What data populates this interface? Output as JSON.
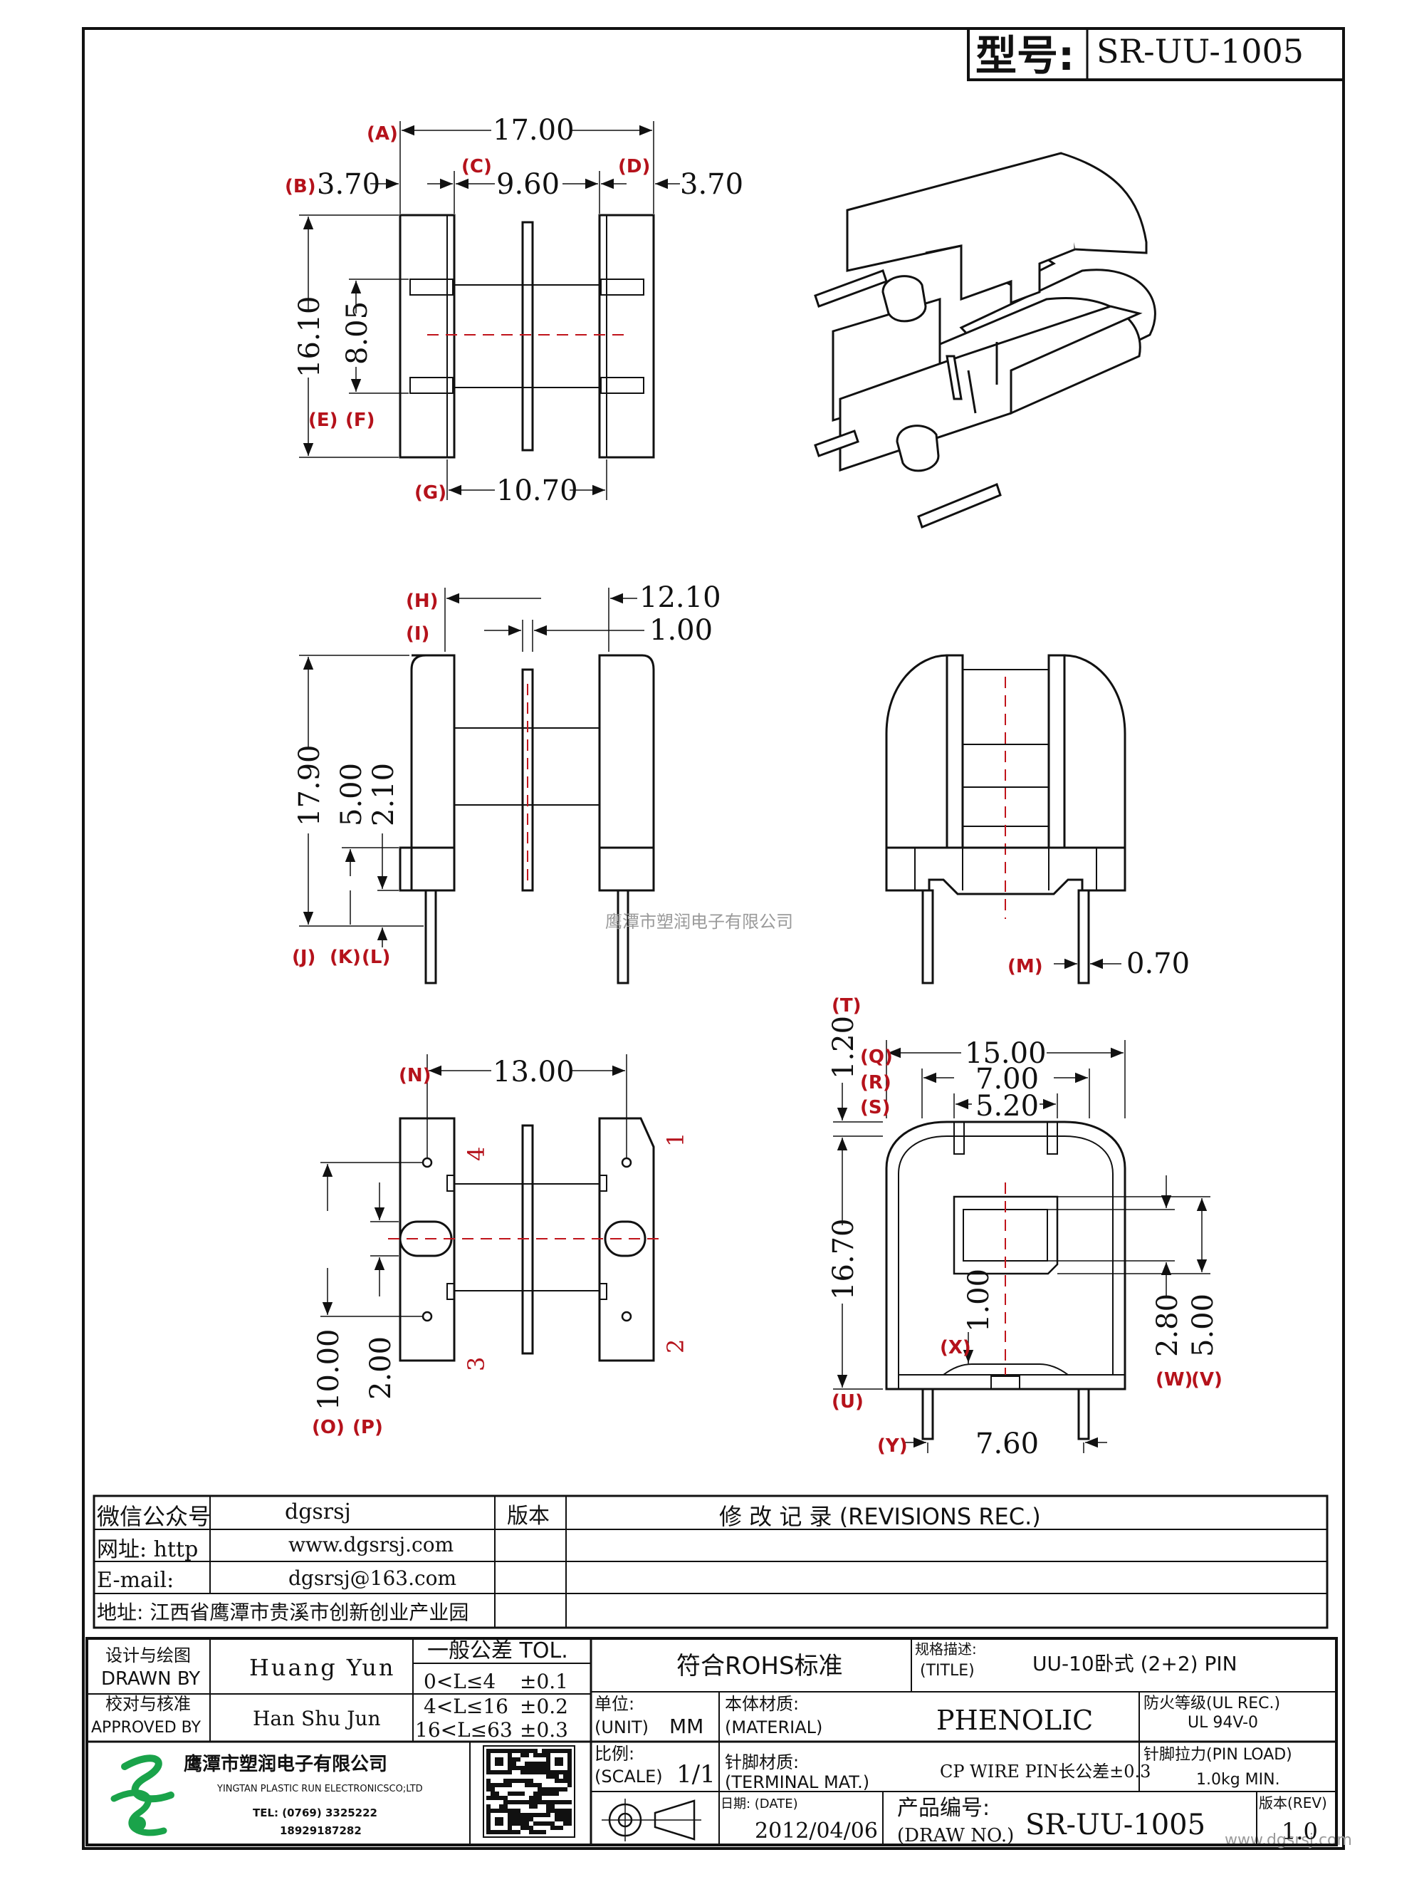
{
  "model": {
    "label": "型号:",
    "value": "SR-UU-1005"
  },
  "views": {
    "top": {
      "A": "17.00",
      "B": "3.70",
      "C": "9.60",
      "D": "3.70",
      "E": "16.10",
      "F": "8.05",
      "G": "10.70"
    },
    "side": {
      "H": "12.10",
      "I": "1.00",
      "J": "17.90",
      "K": "5.00",
      "L": "2.10"
    },
    "end": {
      "M": "0.70"
    },
    "bottom": {
      "N": "13.00",
      "O": "10.00",
      "P": "2.00",
      "pins": [
        "4",
        "1",
        "3",
        "2"
      ]
    },
    "front": {
      "T": "1.20",
      "Q": "15.00",
      "R": "7.00",
      "S": "5.20",
      "U": "16.70",
      "X": "1.00",
      "W": "2.80",
      "V": "5.00",
      "Y": "7.60"
    }
  },
  "letters": {
    "A": "(A)",
    "B": "(B)",
    "C": "(C)",
    "D": "(D)",
    "E": "(E)",
    "F": "(F)",
    "G": "(G)",
    "H": "(H)",
    "I": "(I)",
    "J": "(J)",
    "K": "(K)",
    "L": "(L)",
    "M": "(M)",
    "N": "(N)",
    "O": "(O)",
    "P": "(P)",
    "Q": "(Q)",
    "R": "(R)",
    "S": "(S)",
    "T": "(T)",
    "U": "(U)",
    "V": "(V)",
    "W": "(W)",
    "X": "(X)",
    "Y": "(Y)"
  },
  "watermark": "鹰潭市塑润电子有限公司",
  "watermark2": "www.dgsrsj.com",
  "info": {
    "wechat_label": "微信公众号",
    "wechat": "dgsrsj",
    "web_label": "网址: http",
    "web": "www.dgsrsj.com",
    "email_label": "E-mail:",
    "email": "dgsrsj@163.com",
    "address": "地址: 江西省鹰潭市贵溪市创新创业产业园"
  },
  "revisions": {
    "version_label": "版本",
    "title": "修 改 记 录 (REVISIONS REC.)"
  },
  "title_block": {
    "design_cn": "设计与绘图",
    "design_en": "DRAWN BY",
    "designer": "Huang Yun",
    "check_cn": "校对与核准",
    "check_en": "APPROVED BY",
    "checker": "Han Shu Jun",
    "tol_title": "一般公差 TOL.",
    "tol_rows": [
      {
        "range": "0<L≤4",
        "tol": "±0.1"
      },
      {
        "range": "4<L≤16",
        "tol": "±0.2"
      },
      {
        "range": "16<L≤63",
        "tol": "±0.3"
      }
    ],
    "rohs": "符合ROHS标准",
    "title_cn": "规格描述:",
    "title_en": "(TITLE)",
    "title_value": "UU-10卧式 (2+2) PIN",
    "unit_cn": "单位:",
    "unit_en": "(UNIT)",
    "unit_value": "MM",
    "material_cn": "本体材质:",
    "material_en": "(MATERIAL)",
    "material_value": "PHENOLIC",
    "fire_cn": "防火等级(UL REC.)",
    "fire_value": "UL 94V-0",
    "scale_cn": "比例:",
    "scale_en": "(SCALE)",
    "scale_value": "1/1",
    "terminal_cn": "针脚材质:",
    "terminal_en": "(TERMINAL MAT.)",
    "terminal_value": "CP WIRE  PIN长公差±0.3",
    "pinload_cn": "针脚拉力(PIN LOAD)",
    "pinload_value": "1.0kg MIN.",
    "date_cn": "日期: (DATE)",
    "date_value": "2012/04/06",
    "drawno_cn": "产品编号:",
    "drawno_en": "(DRAW NO.)",
    "drawno_value": "SR-UU-1005",
    "rev_cn": "版本(REV)",
    "rev_value": "1.0"
  },
  "company": {
    "name_cn": "鹰潭市塑润电子有限公司",
    "name_en": "YINGTAN PLASTIC RUN ELECTRONICSCO;LTD",
    "tel": "TEL: (0769) 3325222",
    "mobile": "18929187282"
  }
}
